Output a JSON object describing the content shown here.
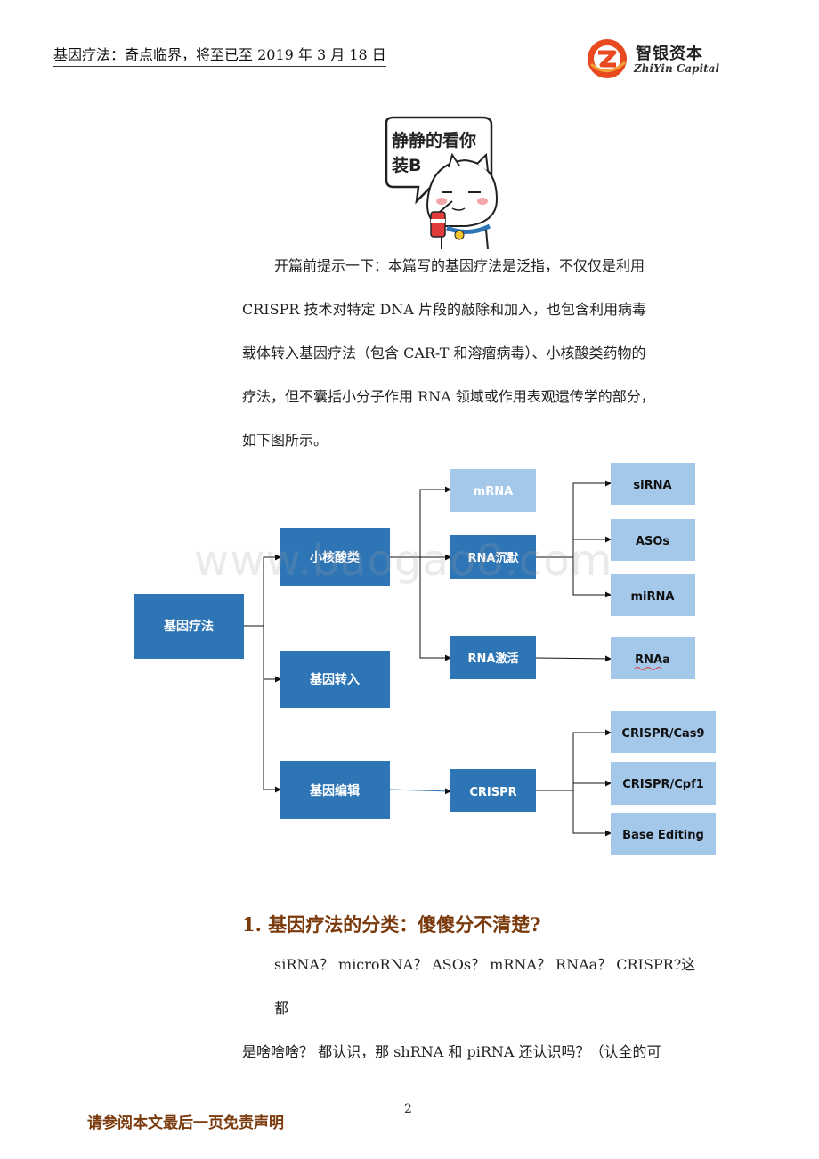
{
  "header": {
    "title": "基因疗法：奇点临界，将至已至   2019 年 3 月 18 日",
    "logo_cn": "智银资本",
    "logo_en": "ZhiYin Capital"
  },
  "mascot": {
    "bubble_line1": "静静的看你",
    "bubble_line2": "装B"
  },
  "intro": {
    "line1": "开篇前提示一下：本篇写的基因疗法是泛指，不仅仅是利用",
    "line2": "CRISPR 技术对特定 DNA 片段的敲除和加入，也包含利用病毒",
    "line3": "载体转入基因疗法（包含 CAR-T 和溶瘤病毒）、小核酸类药物的",
    "line4": "疗法，但不囊括小分子作用 RNA 领域或作用表观遗传学的部分，",
    "line5": "如下图所示。"
  },
  "diagram": {
    "root": "基因疗法",
    "level1": [
      "小核酸类",
      "基因转入",
      "基因编辑"
    ],
    "level2": [
      "mRNA",
      "RNA沉默",
      "RNA激活",
      "CRISPR"
    ],
    "level3": [
      "siRNA",
      "ASOs",
      "miRNA",
      "RNAa",
      "CRISPR/Cas9",
      "CRISPR/Cpf1",
      "Base Editing"
    ],
    "colors": {
      "dark_box": "#2e75b6",
      "light_box": "#a4c8ea"
    }
  },
  "watermark": "www.baogao8.com",
  "section": {
    "heading": "1.  基因疗法的分类：傻傻分不清楚?",
    "line1": "siRNA？ microRNA？ ASOs？ mRNA？ RNAa？ CRISPR?这都",
    "line2": "是啥啥啥？ 都认识，那 shRNA 和 piRNA 还认识吗？（认全的可"
  },
  "footer": {
    "page_number": "2",
    "disclaimer": "请参阅本文最后一页免责声明"
  }
}
